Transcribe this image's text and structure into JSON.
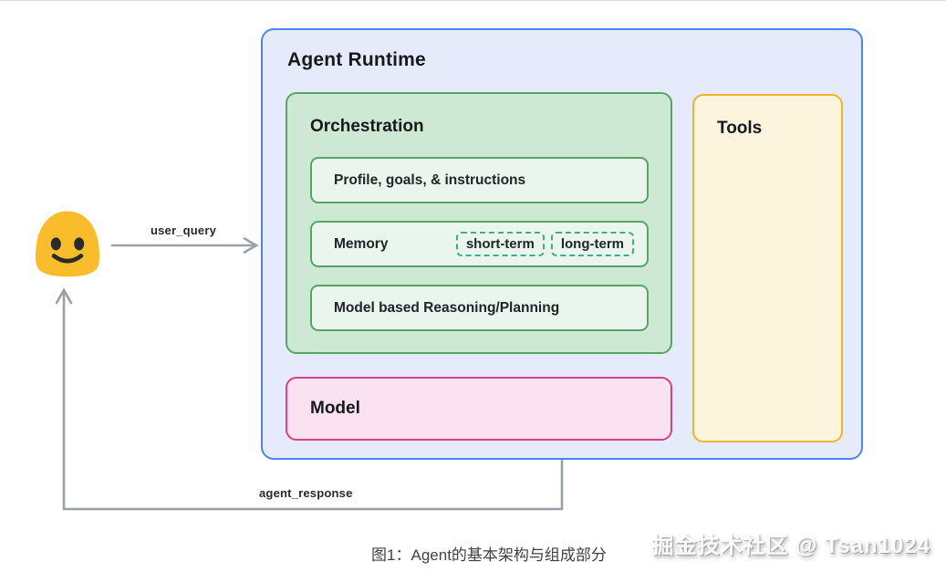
{
  "runtime": {
    "title": "Agent Runtime"
  },
  "orchestration": {
    "title": "Orchestration",
    "profile_label": "Profile, goals, & instructions",
    "memory_label": "Memory",
    "memory_tags": [
      "short-term",
      "long-term"
    ],
    "reasoning_label": "Model based Reasoning/Planning"
  },
  "model": {
    "title": "Model"
  },
  "tools": {
    "title": "Tools"
  },
  "flow_labels": {
    "user_query": "user_query",
    "agent_response": "agent_response"
  },
  "caption": "图1：Agent的基本架构与组成部分",
  "watermark": "掘金技术社区 @ Tsan1024",
  "icons": {
    "user": "smiley-user-icon",
    "user_query_arrow": "right-arrow",
    "agent_response_arrow": "up-arrow-elbow"
  },
  "colors": {
    "runtime_bg": "#E5EBFA",
    "runtime_border": "#4C86EC",
    "orchestration_bg": "#CDE9D3",
    "orchestration_border": "#57A563",
    "item_bg": "#EAF6ED",
    "item_border": "#55A565",
    "memory_chip_border": "#3FAE8C",
    "model_bg": "#FAE2F0",
    "model_border": "#DA3D8E",
    "tools_bg": "#FCF4DC",
    "tools_border": "#EEB52B",
    "arrow": "#9AA0A6",
    "smiley": "#F9BD2B"
  }
}
